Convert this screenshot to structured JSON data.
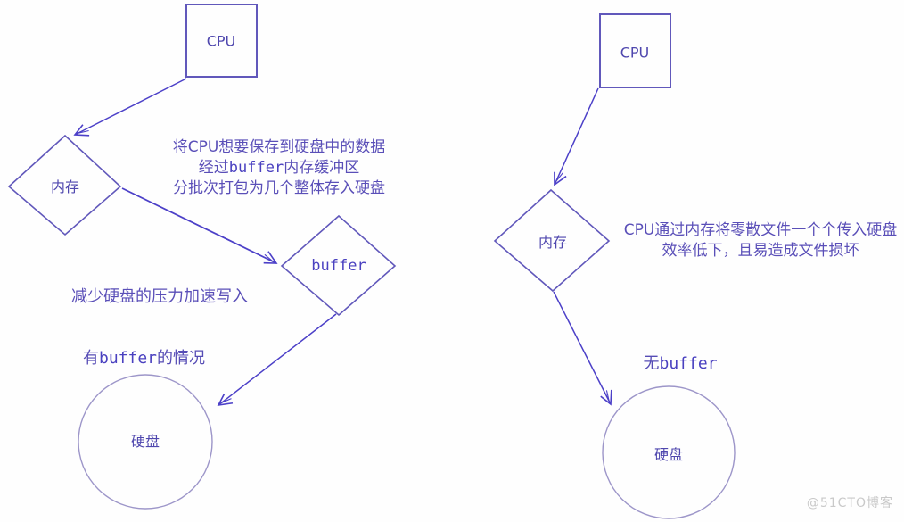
{
  "left_flow": {
    "cpu_label": "CPU",
    "memory_label": "内存",
    "buffer_label": "buffer",
    "disk_label": "硬盘",
    "note": {
      "line1": "将CPU想要保存到硬盘中的数据",
      "line2_pre": "经过",
      "line2_mono": "buffer",
      "line2_post": "内存缓冲区",
      "line3": "分批次打包为几个整体存入硬盘"
    },
    "benefit": "减少硬盘的压力加速写入",
    "caption": {
      "pre": "有",
      "mono": "buffer",
      "post": "的情况"
    }
  },
  "right_flow": {
    "cpu_label": "CPU",
    "memory_label": "内存",
    "disk_label": "硬盘",
    "note": {
      "line1": "CPU通过内存将零散文件一个个传入硬盘",
      "line2": "效率低下，且易造成文件损坏"
    },
    "caption": {
      "pre": "无",
      "mono": "buffer",
      "post": ""
    }
  },
  "watermark": "@51CTO博客",
  "colors": {
    "shape_stroke": "#6158bb",
    "circle_stroke": "#9d96c9",
    "arrow": "#4c40c8",
    "text": "#5a4fb8",
    "watermark": "#c9c9c9"
  }
}
